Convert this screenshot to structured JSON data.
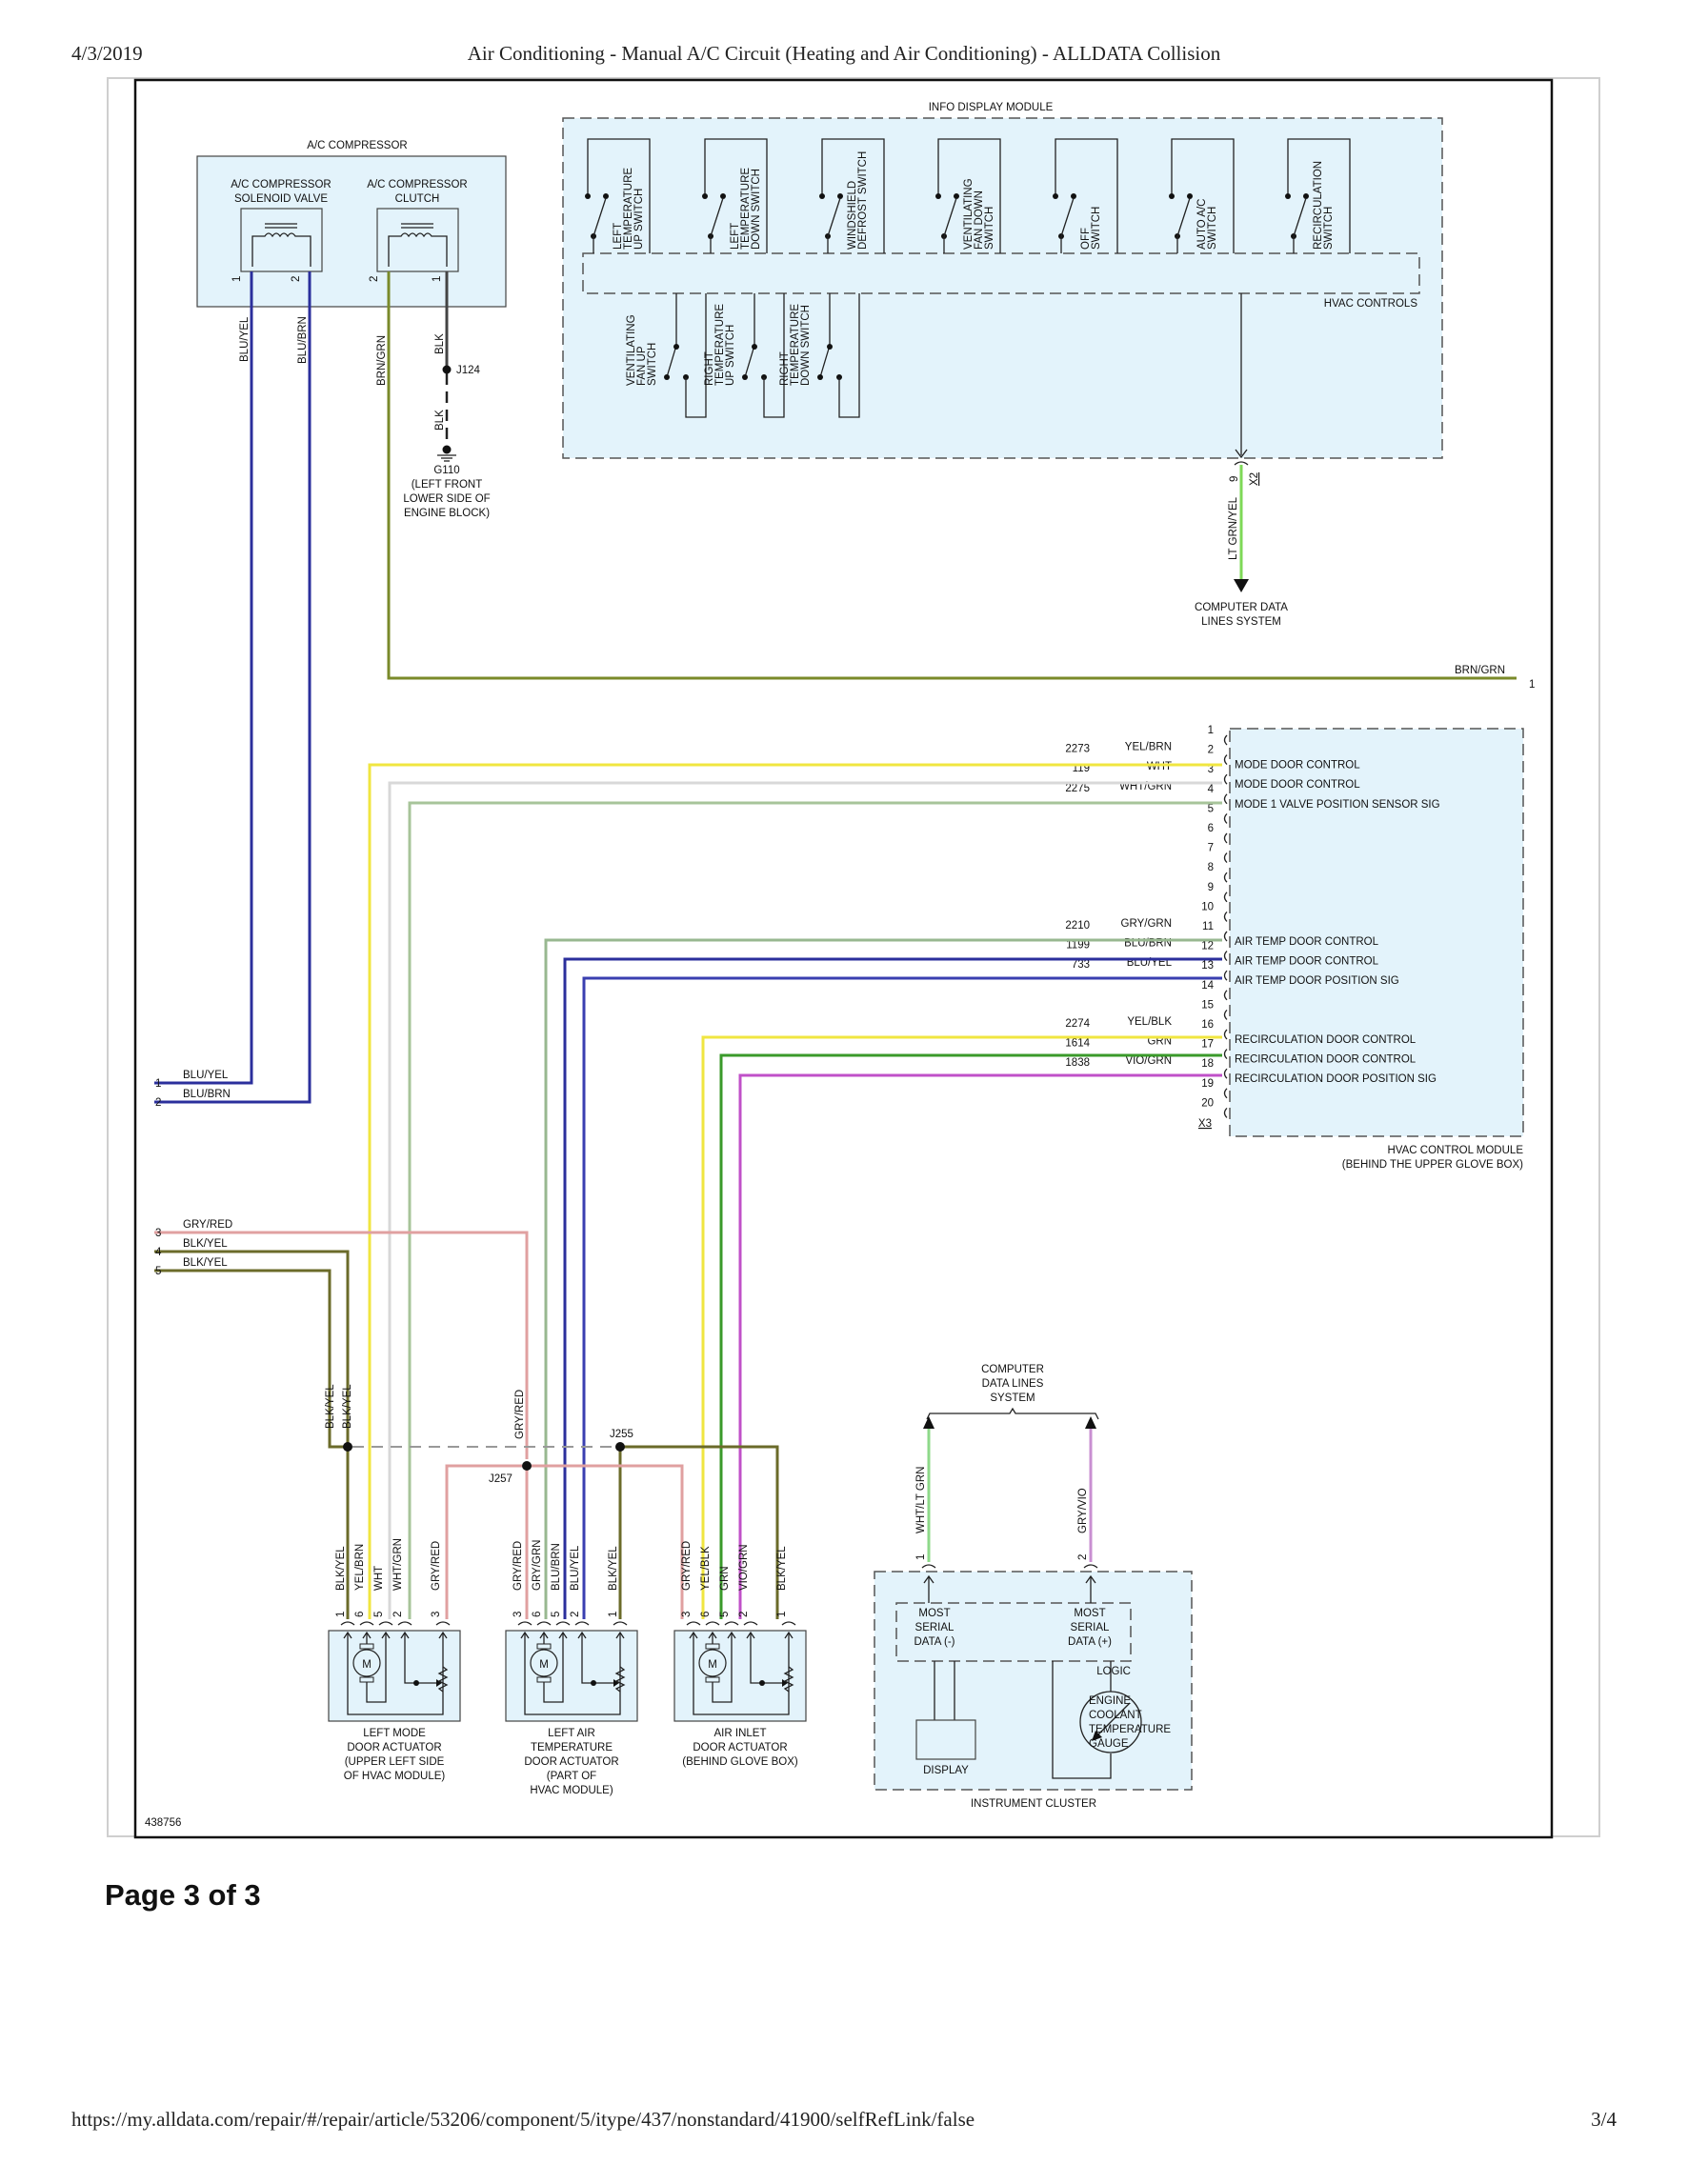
{
  "header": {
    "date": "4/3/2019",
    "title": "Air Conditioning - Manual A/C Circuit (Heating and Air Conditioning) - ALLDATA Collision"
  },
  "footer": {
    "url": "https://my.alldata.com/repair/#/repair/article/53206/component/5/itype/437/nonstandard/41900/selfRefLink/false",
    "page_indicator": "3/4"
  },
  "page_of": "Page 3 of 3",
  "diagram": {
    "id": "438756",
    "colors": {
      "BLU": "#2b2f9c",
      "BRNGRN": "#7a8a2a",
      "BLK": "#444444",
      "LTGRNYEL": "#7ed957",
      "YEL": "#f0e640",
      "WHT": "#d8d8d8",
      "WHTGRN": "#a7c49a",
      "GRYGRN": "#98b890",
      "GRN": "#3a9a2a",
      "VIO": "#c050c8",
      "GRYRED": "#e0a0a0",
      "BLKYEL": "#6b6b2a",
      "WHTLTGRN": "#8ed98a",
      "GRYVIO": "#c98fd1",
      "module_fill": "#e3f3fb"
    },
    "info_display_module": {
      "title": "INFO DISPLAY MODULE",
      "sub_label": "HVAC CONTROLS",
      "top_switches": [
        [
          "LEFT",
          "TEMPERATURE",
          "UP SWITCH"
        ],
        [
          "LEFT",
          "TEMPERATURE",
          "DOWN SWITCH"
        ],
        [
          "WINDSHIELD",
          "DEFROST SWITCH"
        ],
        [
          "VENTILATING",
          "FAN DOWN",
          "SWITCH"
        ],
        [
          "OFF",
          "SWITCH"
        ],
        [
          "AUTO A/C",
          "SWITCH"
        ],
        [
          "RECIRCULATION",
          "SWITCH"
        ]
      ],
      "bottom_switches": [
        [
          "VENTILATING",
          "FAN UP",
          "SWITCH"
        ],
        [
          "RIGHT",
          "TEMPERATURE",
          "UP SWITCH"
        ],
        [
          "RIGHT",
          "TEMPERATURE",
          "DOWN SWITCH"
        ]
      ],
      "connector_pin": "9",
      "connector_id": "X2",
      "wire_color": "LT GRN/YEL",
      "destination": [
        "COMPUTER DATA",
        "LINES SYSTEM"
      ]
    },
    "ac_compressor": {
      "title": "A/C COMPRESSOR",
      "solenoid": {
        "label": [
          "A/C COMPRESSOR",
          "SOLENOID VALVE"
        ],
        "pins": [
          "1",
          "2"
        ],
        "wires": [
          "BLU/YEL",
          "BLU/BRN"
        ]
      },
      "clutch": {
        "label": [
          "A/C COMPRESSOR",
          "CLUTCH"
        ],
        "pins": [
          "2",
          "1"
        ],
        "wires": [
          "BRN/GRN",
          "BLK"
        ]
      },
      "ground": {
        "splice": "J124",
        "wire2": "BLK",
        "id": "G110",
        "location": [
          "(LEFT FRONT",
          "LOWER SIDE OF",
          "ENGINE BLOCK)"
        ]
      }
    },
    "brn_grn_bus": {
      "label": "BRN/GRN",
      "pin": "1"
    },
    "hvac_control_module": {
      "title": [
        "HVAC CONTROL MODULE",
        "(BEHIND THE UPPER GLOVE BOX)"
      ],
      "connector_id": "X3",
      "pins": [
        {
          "pin": "1"
        },
        {
          "pin": "2",
          "circuit": "2273",
          "wire": "YEL/BRN",
          "function": "MODE DOOR CONTROL"
        },
        {
          "pin": "3",
          "circuit": "119",
          "wire": "WHT",
          "function": "MODE DOOR CONTROL"
        },
        {
          "pin": "4",
          "circuit": "2275",
          "wire": "WHT/GRN",
          "function": "MODE 1 VALVE POSITION SENSOR SIG"
        },
        {
          "pin": "5"
        },
        {
          "pin": "6"
        },
        {
          "pin": "7"
        },
        {
          "pin": "8"
        },
        {
          "pin": "9"
        },
        {
          "pin": "10"
        },
        {
          "pin": "11",
          "circuit": "2210",
          "wire": "GRY/GRN",
          "function": "AIR TEMP DOOR CONTROL"
        },
        {
          "pin": "12",
          "circuit": "1199",
          "wire": "BLU/BRN",
          "function": "AIR TEMP DOOR CONTROL"
        },
        {
          "pin": "13",
          "circuit": "733",
          "wire": "BLU/YEL",
          "function": "AIR TEMP DOOR POSITION SIG"
        },
        {
          "pin": "14"
        },
        {
          "pin": "15"
        },
        {
          "pin": "16",
          "circuit": "2274",
          "wire": "YEL/BLK",
          "function": "RECIRCULATION DOOR CONTROL"
        },
        {
          "pin": "17",
          "circuit": "1614",
          "wire": "GRN",
          "function": "RECIRCULATION DOOR CONTROL"
        },
        {
          "pin": "18",
          "circuit": "1838",
          "wire": "VIO/GRN",
          "function": "RECIRCULATION DOOR POSITION SIG"
        },
        {
          "pin": "19"
        },
        {
          "pin": "20"
        }
      ]
    },
    "left_connector": [
      {
        "pin": "1",
        "wire": "BLU/YEL"
      },
      {
        "pin": "2",
        "wire": "BLU/BRN"
      },
      {
        "pin": "3",
        "wire": "GRY/RED"
      },
      {
        "pin": "4",
        "wire": "BLK/YEL"
      },
      {
        "pin": "5",
        "wire": "BLK/YEL"
      }
    ],
    "splices": {
      "left_vertical_labels": [
        "BLK/YEL",
        "BLK/YEL"
      ],
      "gry_red_label": "GRY/RED",
      "j255": "J255",
      "j257": "J257"
    },
    "actuators": [
      {
        "label": [
          "LEFT MODE",
          "DOOR ACTUATOR",
          "(UPPER LEFT SIDE",
          "OF HVAC MODULE)"
        ],
        "pins": [
          "1",
          "6",
          "5",
          "2",
          "3"
        ],
        "wires": [
          "BLK/YEL",
          "YEL/BRN",
          "WHT",
          "WHT/GRN",
          "GRY/RED"
        ]
      },
      {
        "label": [
          "LEFT AIR",
          "TEMPERATURE",
          "DOOR ACTUATOR",
          "(PART OF",
          "HVAC MODULE)"
        ],
        "pins": [
          "3",
          "6",
          "5",
          "2",
          "1"
        ],
        "wires": [
          "GRY/RED",
          "GRY/GRN",
          "BLU/BRN",
          "BLU/YEL",
          "BLK/YEL"
        ]
      },
      {
        "label": [
          "AIR INLET",
          "DOOR ACTUATOR",
          "(BEHIND GLOVE BOX)"
        ],
        "pins": [
          "3",
          "6",
          "5",
          "2",
          "1"
        ],
        "wires": [
          "GRY/RED",
          "YEL/BLK",
          "GRN",
          "VIO/GRN",
          "BLK/YEL"
        ]
      }
    ],
    "motor_symbol": "M",
    "instrument_cluster": {
      "title": "INSTRUMENT CLUSTER",
      "destination": [
        "COMPUTER",
        "DATA LINES",
        "SYSTEM"
      ],
      "pins": [
        "1",
        "2"
      ],
      "wires": [
        "WHT/LT GRN",
        "GRY/VIO"
      ],
      "logic_label": "LOGIC",
      "serial_minus": [
        "MOST",
        "SERIAL",
        "DATA (-)"
      ],
      "serial_plus": [
        "MOST",
        "SERIAL",
        "DATA (+)"
      ],
      "display_label": "DISPLAY",
      "gauge_label": [
        "ENGINE",
        "COOLANT",
        "TEMPERATURE",
        "GAUGE"
      ]
    }
  }
}
